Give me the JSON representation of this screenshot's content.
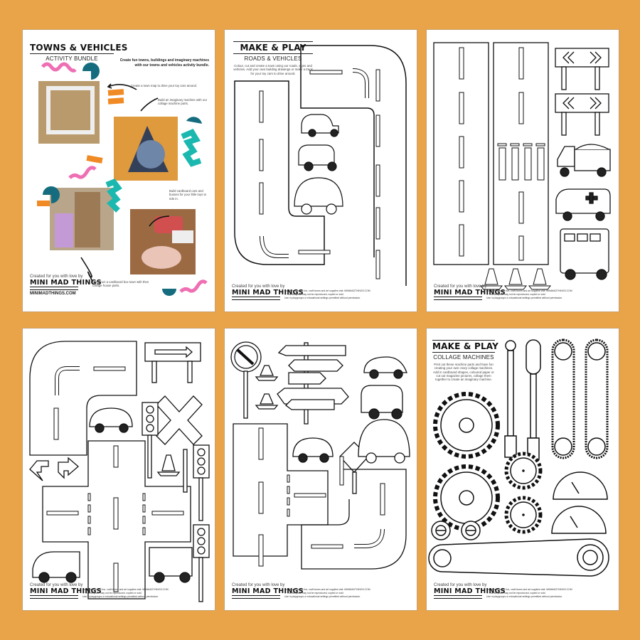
{
  "colors": {
    "background": "#E9A449",
    "page": "#FFFFFF",
    "ink": "#111111",
    "accent_pink": "#EE6FB3",
    "accent_teal": "#1BB8B0",
    "accent_navy": "#146C7E",
    "accent_orange": "#F08A24"
  },
  "brand": {
    "created_by": "Created for you with love by",
    "name": "MINI MAD THINGS",
    "url": "MINIMADTHINGS.COM"
  },
  "legal": {
    "line1": "For more creative fun, craft boxes and art supplies visit: MINIMADTHINGS.COM",
    "line2": "© This template may not be reproduced, copied or sold.",
    "line3": "Use in playgroups or educational settings permitted without permission."
  },
  "pages": [
    {
      "id": "cover",
      "title": "TOWNS & VEHICLES",
      "subtitle": "ACTIVITY BUNDLE",
      "lead": "Create fun towns, buildings and imaginary machines with our towns and vehicles activity bundle.",
      "notes": [
        "Create a town map to drive your toy cars around.",
        "Build an imaginary machine with our collage machine parts.",
        "Build cardboard cars and busses for your little toys to ride in.",
        "Construct a cardboard box town with then collage house parts."
      ],
      "photos": [
        "town-map-photo",
        "collage-machine-photo",
        "cardboard-town-photo",
        "cardboard-cars-photo"
      ]
    },
    {
      "id": "roads-vehicles",
      "title": "MAKE & PLAY",
      "subtitle": "ROADS & VEHICLES",
      "description": "Colour, cut and create a town using our roads, signs and vehicles. Add your own building drawings or make a track for your toy cars to drive around.",
      "items": [
        "curved-road",
        "straight-road",
        "car",
        "car",
        "car"
      ]
    },
    {
      "id": "roads-signs",
      "items": [
        "straight-road",
        "crossing-road",
        "chevron-sign",
        "chevron-sign",
        "dump-truck",
        "ambulance",
        "double-decker-bus",
        "traffic-cone",
        "traffic-cone",
        "traffic-cone"
      ]
    },
    {
      "id": "intersection",
      "items": [
        "curved-road",
        "arrow-sign",
        "taxi",
        "traffic-light",
        "x-sign",
        "turn-arrows",
        "cone",
        "intersection-road",
        "bus",
        "fire-truck",
        "traffic-light"
      ]
    },
    {
      "id": "signposts",
      "items": [
        "no-entry-sign",
        "cones",
        "signpost",
        "car",
        "car",
        "taxi",
        "diamond-sign",
        "car",
        "roads"
      ]
    },
    {
      "id": "collage-machines",
      "title": "MAKE & PLAY",
      "subtitle": "COLLAGE MACHINES",
      "description": "Print out these machine parts and have fun creating your own crazy collage machines. Add in cardboard shapes, coloured paper or cut out magazine pictures, collage them together to create an imaginary machine.",
      "items": [
        "lever",
        "piston",
        "chain-belt",
        "chain-belt",
        "gear-large",
        "gear-large",
        "gear-small",
        "gear-small",
        "gauge",
        "gauge",
        "bolt",
        "bolt",
        "pulley-belt"
      ]
    }
  ]
}
